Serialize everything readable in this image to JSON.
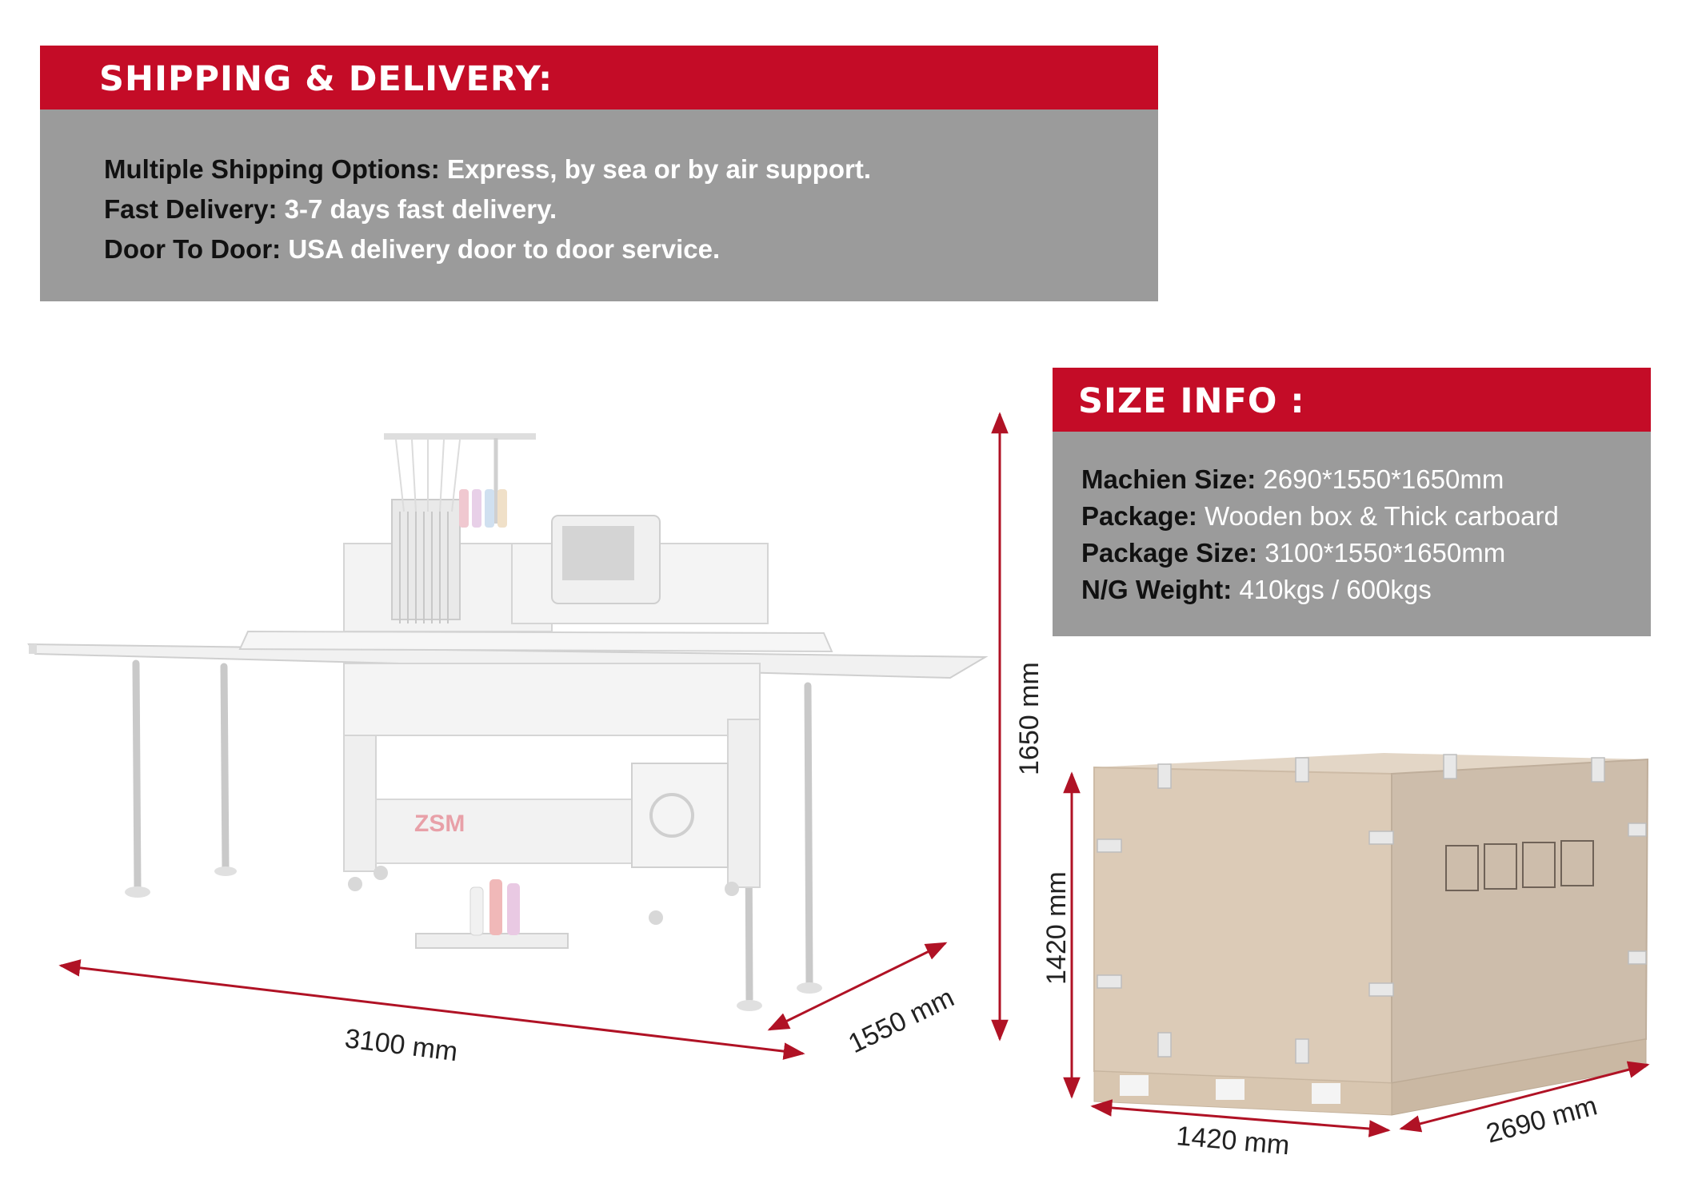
{
  "shipping": {
    "title": "SHIPPING & DELIVERY:",
    "rows": [
      {
        "label": "Multiple Shipping Options:",
        "value": "Express, by sea or by air support."
      },
      {
        "label": "Fast Delivery:",
        "value": "3-7 days fast delivery."
      },
      {
        "label": "Door To Door:",
        "value": "USA delivery door to door service."
      }
    ]
  },
  "size_info": {
    "title": "SIZE INFO :",
    "rows": [
      {
        "label": "Machien Size:",
        "value": "2690*1550*1650mm"
      },
      {
        "label": "Package:",
        "value": "Wooden box &  Thick carboard"
      },
      {
        "label": "Package Size:",
        "value": "3100*1550*1650mm"
      },
      {
        "label": "N/G Weight:",
        "value": "410kgs / 600kgs"
      }
    ]
  },
  "machine": {
    "brand": "ZSM",
    "dim_width": "3100 mm",
    "dim_depth": "1550 mm",
    "dim_height": "1650 mm"
  },
  "crate": {
    "dim_height": "1420 mm",
    "dim_width": "1420 mm",
    "dim_length": "2690 mm"
  },
  "colors": {
    "accent_red": "#c40c27",
    "panel_gray": "#9b9b9b"
  }
}
